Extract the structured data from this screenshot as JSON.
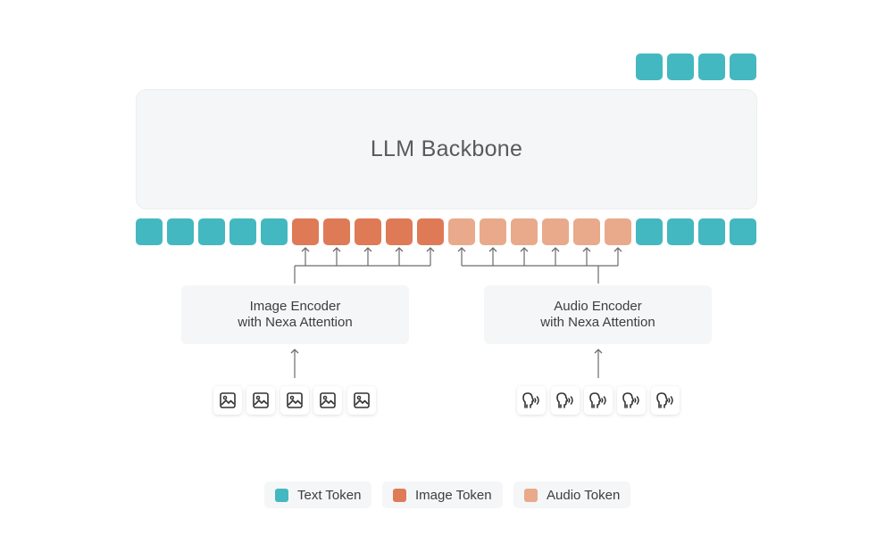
{
  "colors": {
    "text_token": "#44b8c0",
    "image_token": "#df7a57",
    "audio_token": "#e8aa8a",
    "arrow": "#6b6b6b"
  },
  "backbone": {
    "label": "LLM Backbone"
  },
  "output_tokens": [
    "text",
    "text",
    "text",
    "text"
  ],
  "input_tokens": [
    "text",
    "text",
    "text",
    "text",
    "text",
    "image",
    "image",
    "image",
    "image",
    "image",
    "audio",
    "audio",
    "audio",
    "audio",
    "audio",
    "audio",
    "text",
    "text",
    "text",
    "text"
  ],
  "image_encoder": {
    "line1": "Image Encoder",
    "line2": "with Nexa Attention"
  },
  "audio_encoder": {
    "line1": "Audio Encoder",
    "line2": "with Nexa Attention"
  },
  "image_inputs": [
    "image-icon",
    "image-icon",
    "image-icon",
    "image-icon",
    "image-icon"
  ],
  "audio_inputs": [
    "speaking-head-icon",
    "speaking-head-icon",
    "speaking-head-icon",
    "speaking-head-icon",
    "speaking-head-icon"
  ],
  "legend": {
    "text": "Text Token",
    "image": "Image Token",
    "audio": "Audio Token"
  }
}
